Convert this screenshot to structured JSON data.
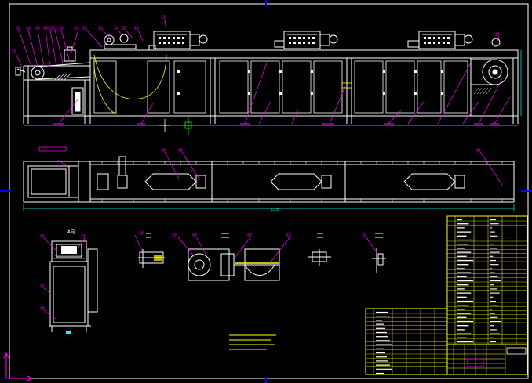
{
  "drawing": {
    "type": "CAD mechanical assembly drawing",
    "colors": {
      "background": "#000000",
      "outline": "#ffffff",
      "leader": "#ff00ff",
      "dimension": "#00ffff",
      "title_text": "#ffff00",
      "title_grid": "#ffff00",
      "border_ticks": "#0000ff",
      "center_mark": "#00ff00",
      "hatch": "#ffffff"
    },
    "views": [
      {
        "name": "front-elevation",
        "label": ""
      },
      {
        "name": "plan-view",
        "label": ""
      },
      {
        "name": "end-view",
        "label": "A向"
      },
      {
        "name": "detail-i",
        "label": ""
      },
      {
        "name": "detail-ii",
        "label": ""
      },
      {
        "name": "detail-iii",
        "label": ""
      },
      {
        "name": "detail-iv",
        "label": ""
      }
    ],
    "end_view_label": "A向",
    "icons": [
      "blower-fan-icon",
      "drive-motor-icon",
      "sprocket-icon",
      "bearing-icon"
    ]
  }
}
